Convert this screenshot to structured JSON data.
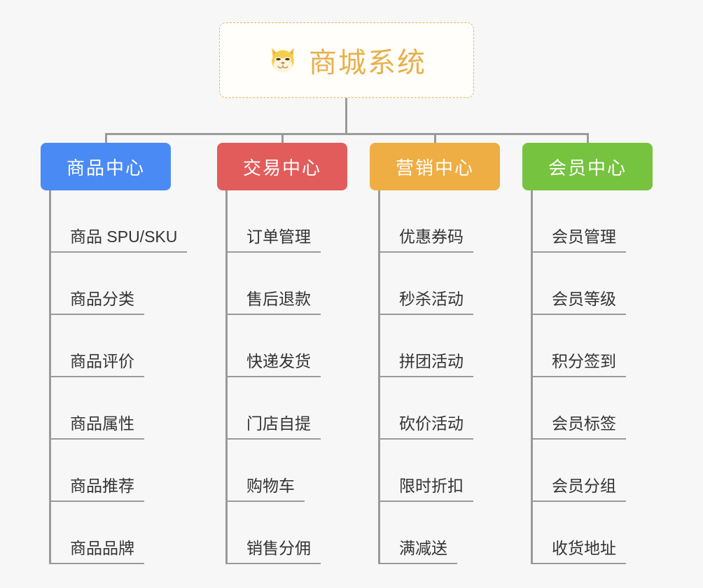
{
  "canvas": {
    "background": "#f7f7f7",
    "connector_color": "#9a9a9a"
  },
  "root": {
    "title": "商城系统",
    "icon": "shiba-dog-emoji",
    "text_color": "#e8b04b",
    "border_color": "#e9b456",
    "background": "#fffefb"
  },
  "categories": [
    {
      "label": "商品中心",
      "color": "#4a8af4",
      "items": [
        "商品 SPU/SKU",
        "商品分类",
        "商品评价",
        "商品属性",
        "商品推荐",
        "商品品牌"
      ]
    },
    {
      "label": "交易中心",
      "color": "#e25c5c",
      "items": [
        "订单管理",
        "售后退款",
        "快递发货",
        "门店自提",
        "购物车",
        "销售分佣"
      ]
    },
    {
      "label": "营销中心",
      "color": "#eeae44",
      "items": [
        "优惠券码",
        "秒杀活动",
        "拼团活动",
        "砍价活动",
        "限时折扣",
        "满减送"
      ]
    },
    {
      "label": "会员中心",
      "color": "#76c33f",
      "items": [
        "会员管理",
        "会员等级",
        "积分签到",
        "会员标签",
        "会员分组",
        "收货地址"
      ]
    }
  ]
}
